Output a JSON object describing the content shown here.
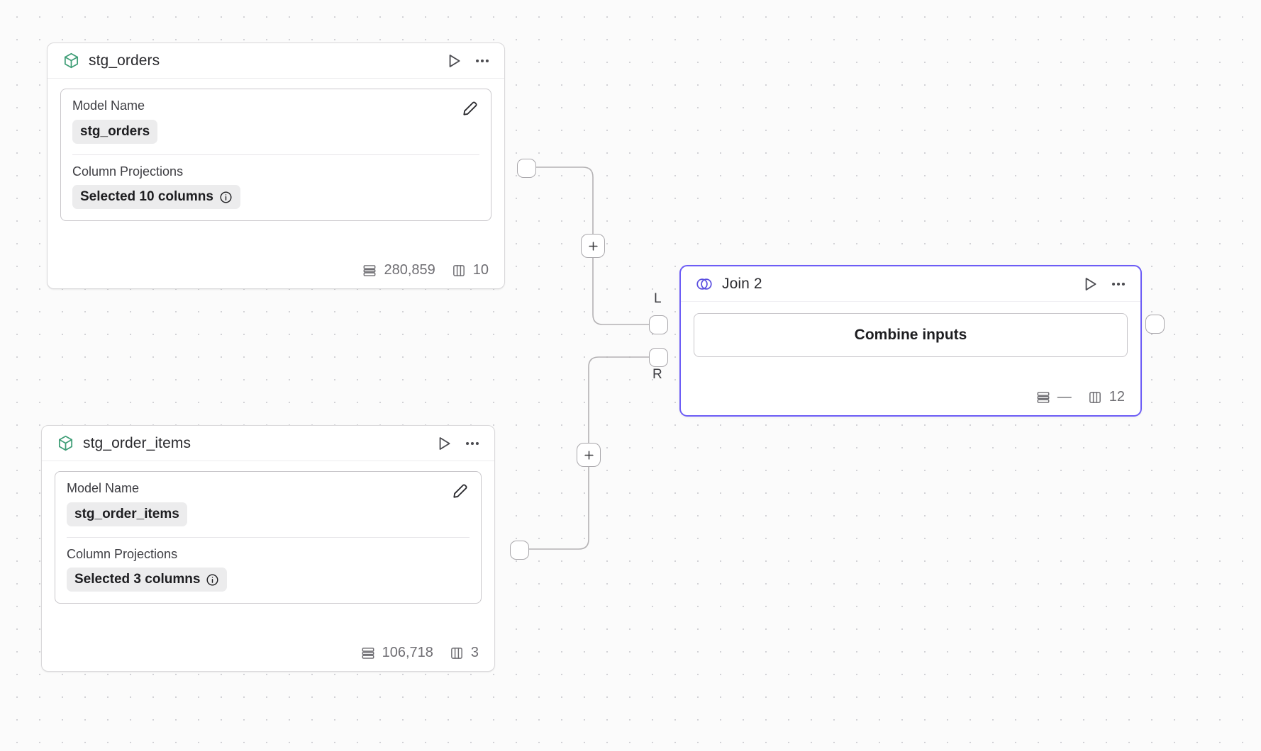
{
  "canvas": {
    "background_color": "#fbfbfb",
    "grid_dot_color": "#d2d2d6",
    "accent_color": "#6d5df6",
    "model_icon_color": "#3f9e77"
  },
  "nodes": [
    {
      "id": "stg_orders",
      "kind": "model",
      "icon": "cube-icon",
      "title": "stg_orders",
      "selected": false,
      "actions": {
        "run": "run-icon",
        "more": "more-options-icon"
      },
      "fields": [
        {
          "label": "Model Name",
          "value": "stg_orders",
          "editable": true,
          "edit_icon": "pencil-icon"
        },
        {
          "label": "Column Projections",
          "value": "Selected 10 columns",
          "info_icon": "info-icon"
        }
      ],
      "stats": {
        "rows_icon": "rows-icon",
        "rows": "280,859",
        "columns_icon": "columns-icon",
        "columns": "10"
      }
    },
    {
      "id": "stg_order_items",
      "kind": "model",
      "icon": "cube-icon",
      "title": "stg_order_items",
      "selected": false,
      "actions": {
        "run": "run-icon",
        "more": "more-options-icon"
      },
      "fields": [
        {
          "label": "Model Name",
          "value": "stg_order_items",
          "editable": true,
          "edit_icon": "pencil-icon"
        },
        {
          "label": "Column Projections",
          "value": "Selected 3 columns",
          "info_icon": "info-icon"
        }
      ],
      "stats": {
        "rows_icon": "rows-icon",
        "rows": "106,718",
        "columns_icon": "columns-icon",
        "columns": "3"
      }
    },
    {
      "id": "join_2",
      "kind": "join",
      "icon": "venn-join-icon",
      "title": "Join 2",
      "selected": true,
      "actions": {
        "run": "run-icon",
        "more": "more-options-icon"
      },
      "primary_button": "Combine inputs",
      "input_ports": [
        {
          "key": "L",
          "label": "L"
        },
        {
          "key": "R",
          "label": "R"
        }
      ],
      "stats": {
        "rows_icon": "rows-icon",
        "rows": "—",
        "columns_icon": "columns-icon",
        "columns": "12"
      }
    }
  ],
  "edges": [
    {
      "id": "edge-orders-to-join-l",
      "from": "stg_orders",
      "to": "join_2:L",
      "add_button": "+"
    },
    {
      "id": "edge-order-items-to-join-r",
      "from": "stg_order_items",
      "to": "join_2:R",
      "add_button": "+"
    }
  ]
}
